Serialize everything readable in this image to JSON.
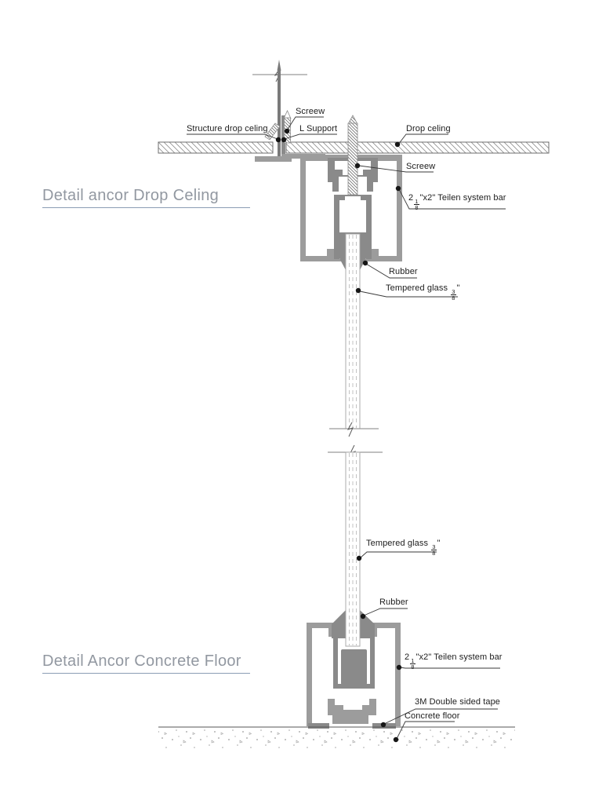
{
  "titles": {
    "ceiling_detail": "Detail ancor Drop Celing",
    "floor_detail": "Detail Ancor Concrete Floor"
  },
  "labels": {
    "screw_hanger": "Screew",
    "structure_drop_ceiling": "Structure drop celing",
    "l_support": "L Support",
    "drop_ceiling": "Drop celing",
    "screw_system_bar": "Screew",
    "system_bar": {
      "prefix": "2",
      "frac_num": "1",
      "frac_den": "8",
      "suffix": "\"x2\" Teilen system bar"
    },
    "rubber": "Rubber",
    "tempered_glass": {
      "prefix": "Tempered glass",
      "frac_num": "3",
      "frac_den": "8",
      "suffix": "\""
    },
    "double_sided_tape": "3M Double sided tape",
    "concrete_floor": "Concrete floor"
  },
  "colors": {
    "profile": "#9c9c9c",
    "profile_dark": "#8a8a8a",
    "rod": "#7a7a7a",
    "line": "#3a3a3a",
    "title_text": "#9298a1",
    "title_underline": "#8b9db4"
  }
}
